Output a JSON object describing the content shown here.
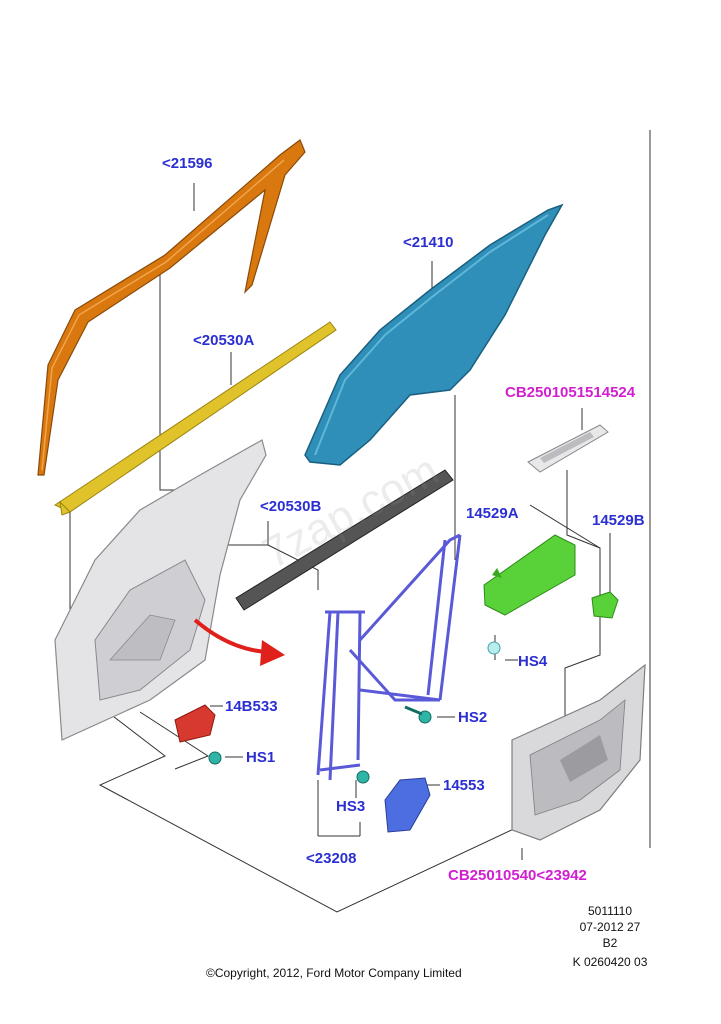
{
  "labels": {
    "glass_run": "<21596",
    "glass": "<21410",
    "belt_outer": "<20530A",
    "belt_inner": "<20530B",
    "switch_trim": "CB2501051514524",
    "switch_main": "14529A",
    "switch_single": "14529B",
    "screw_hs4": "HS4",
    "module_14b533": "14B533",
    "screw_hs1": "HS1",
    "screw_hs2": "HS2",
    "screw_hs3": "HS3",
    "motor": "14553",
    "regulator": "<23208",
    "door_trim": "CB25010540<23942"
  },
  "meta": {
    "line1": "5011110",
    "line2": "07-2012 27",
    "line3": "B2",
    "line4": "K 0260420 03"
  },
  "copyright": "©Copyright, 2012, Ford Motor Company Limited",
  "watermark": "7zap.com",
  "colors": {
    "label_blue": "#2b2fd1",
    "label_magenta": "#d11fcf",
    "glass_run": "#d9780f",
    "belt_outer": "#e0c22a",
    "glass": "#2f8fb8",
    "regulator": "#6a6ae0",
    "switch": "#59d23a",
    "module": "#d8392f",
    "screw": "#2fb5a5",
    "arrow": "#e0201a"
  }
}
